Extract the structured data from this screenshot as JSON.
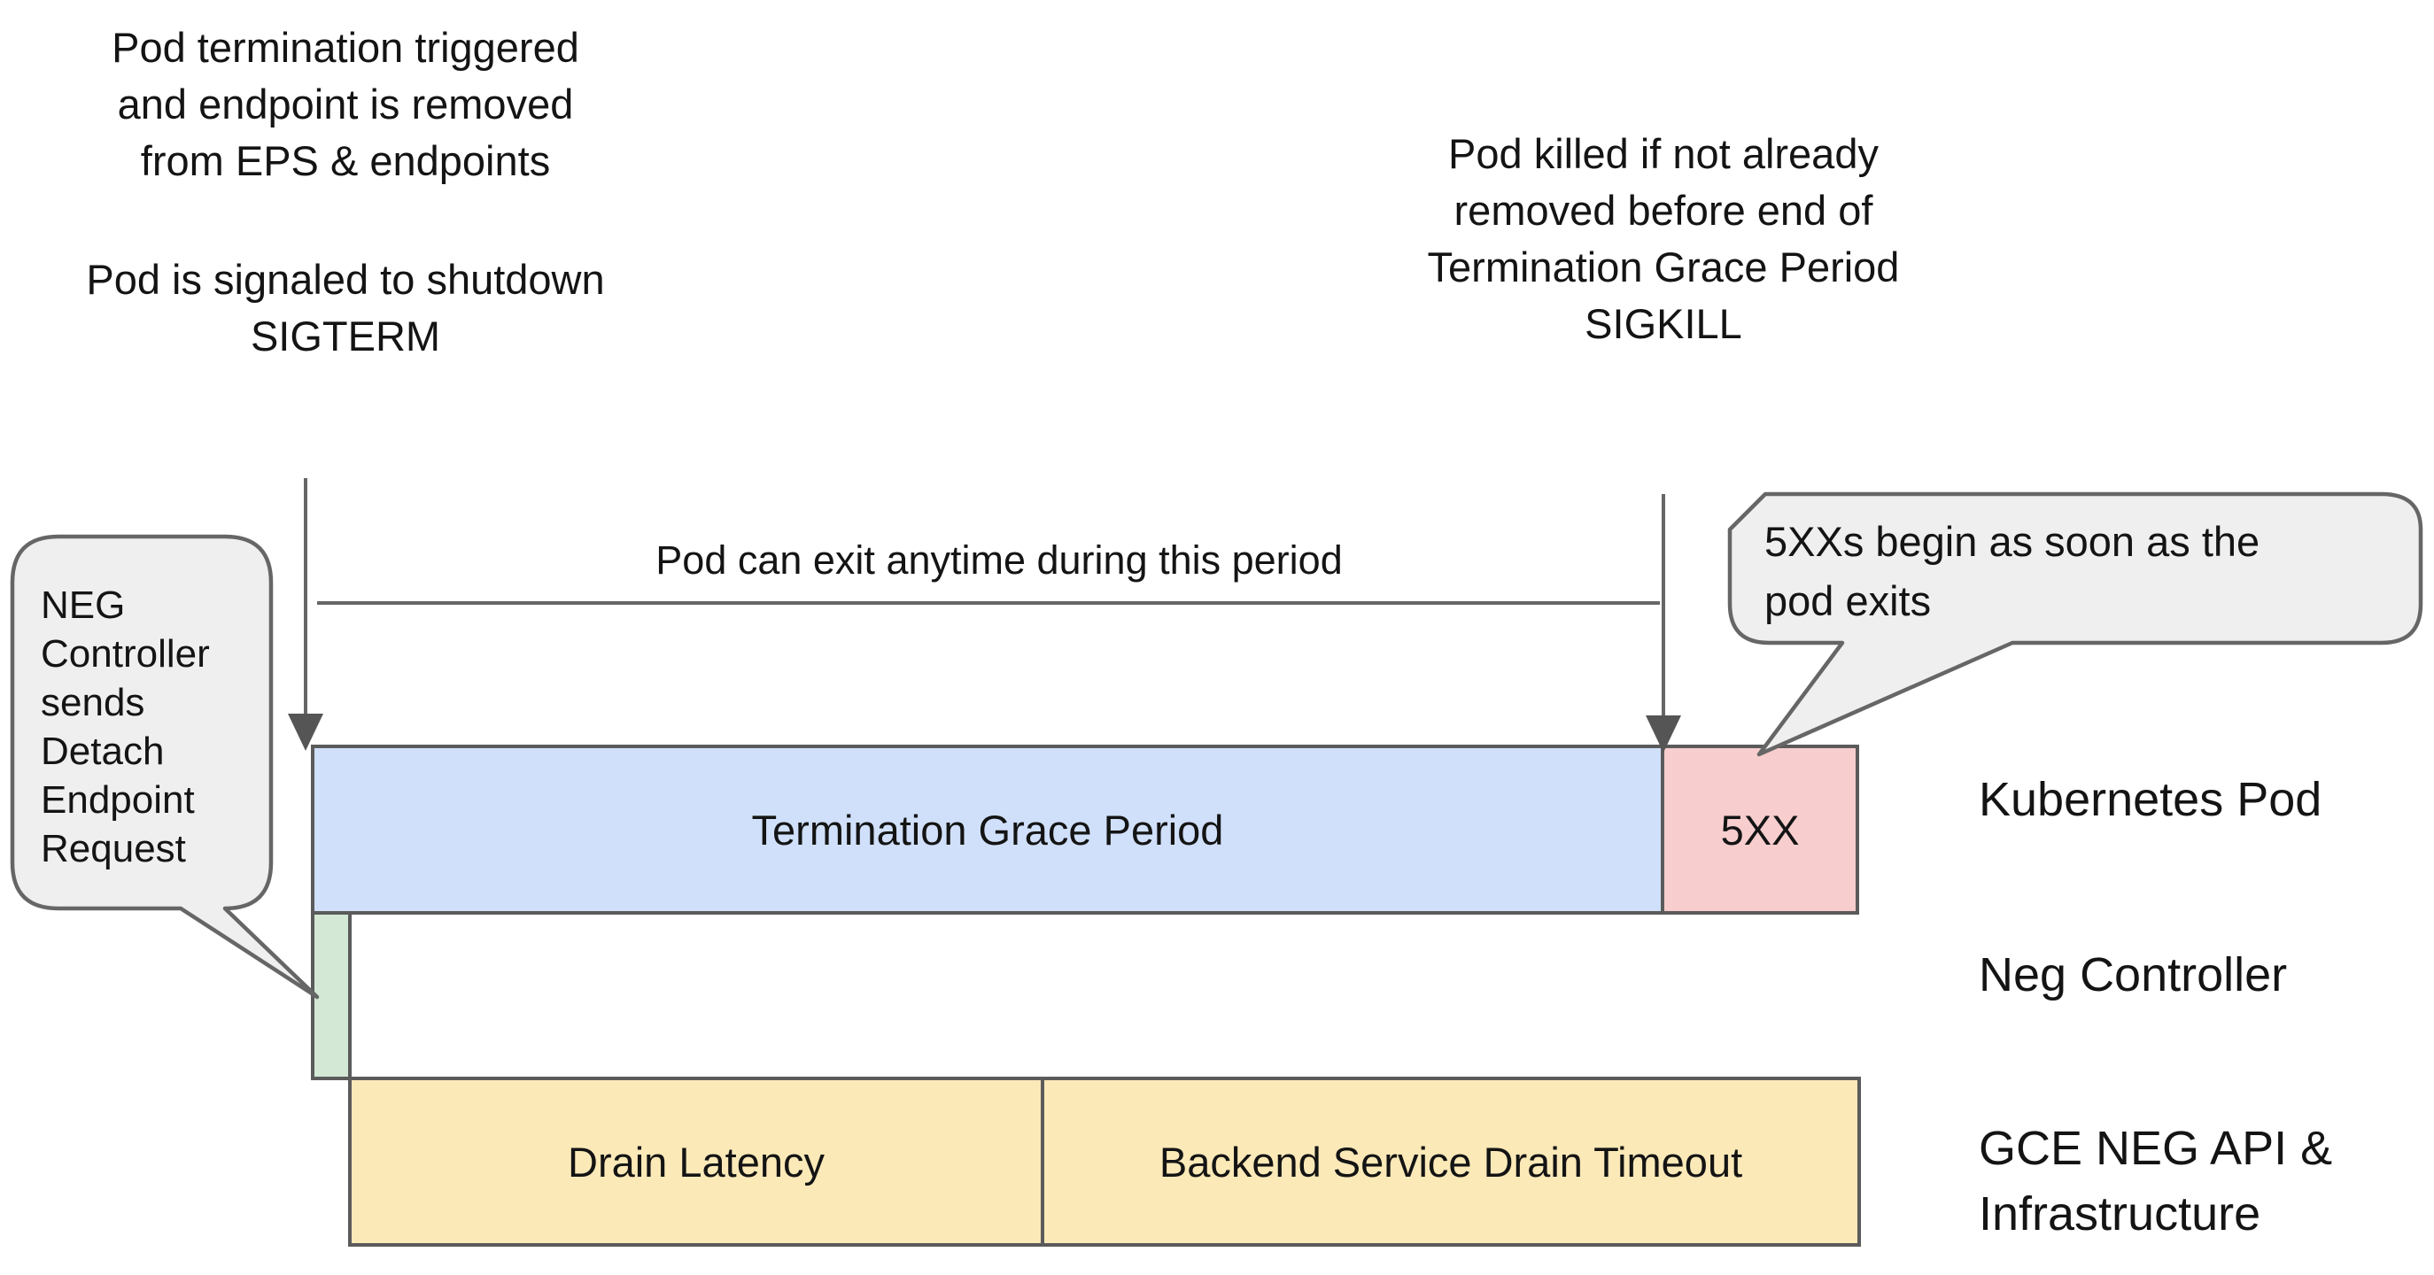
{
  "notes": {
    "pod_termination": {
      "lines": [
        "Pod termination triggered",
        "and endpoint is removed",
        "from EPS & endpoints"
      ]
    },
    "pod_signaled": {
      "lines": [
        "Pod is signaled to shutdown",
        "SIGTERM"
      ]
    },
    "pod_killed": {
      "lines": [
        "Pod killed if not already",
        "removed before end of",
        "Termination Grace Period",
        "SIGKILL"
      ]
    },
    "pod_exit_label": "Pod can exit anytime during this period"
  },
  "callouts": {
    "neg_controller": {
      "lines": [
        "NEG",
        "Controller",
        "sends",
        "Detach",
        "Endpoint",
        "Request"
      ]
    },
    "five_xx": {
      "lines": [
        "5XXs begin as soon as the",
        "pod exits"
      ]
    }
  },
  "timeline": {
    "kubernetes_pod": {
      "grace_period_label": "Termination Grace Period",
      "error_label": "5XX"
    },
    "gce": {
      "drain_latency_label": "Drain Latency",
      "backend_drain_label": "Backend Service Drain Timeout"
    }
  },
  "row_labels": {
    "kubernetes_pod": "Kubernetes Pod",
    "neg_controller": "Neg Controller",
    "gce_lines": [
      "GCE NEG API &",
      "Infrastructure"
    ]
  },
  "colors": {
    "grace_period_fill": "#d0e0fa",
    "error_fill": "#f7cdce",
    "detach_fill": "#d3e8d5",
    "drain_fill": "#fbe9b8",
    "callout_fill": "#efefef",
    "callout_border": "#666666",
    "border": "#5b5b5b",
    "arrow": "#666666",
    "text": "#141414"
  }
}
